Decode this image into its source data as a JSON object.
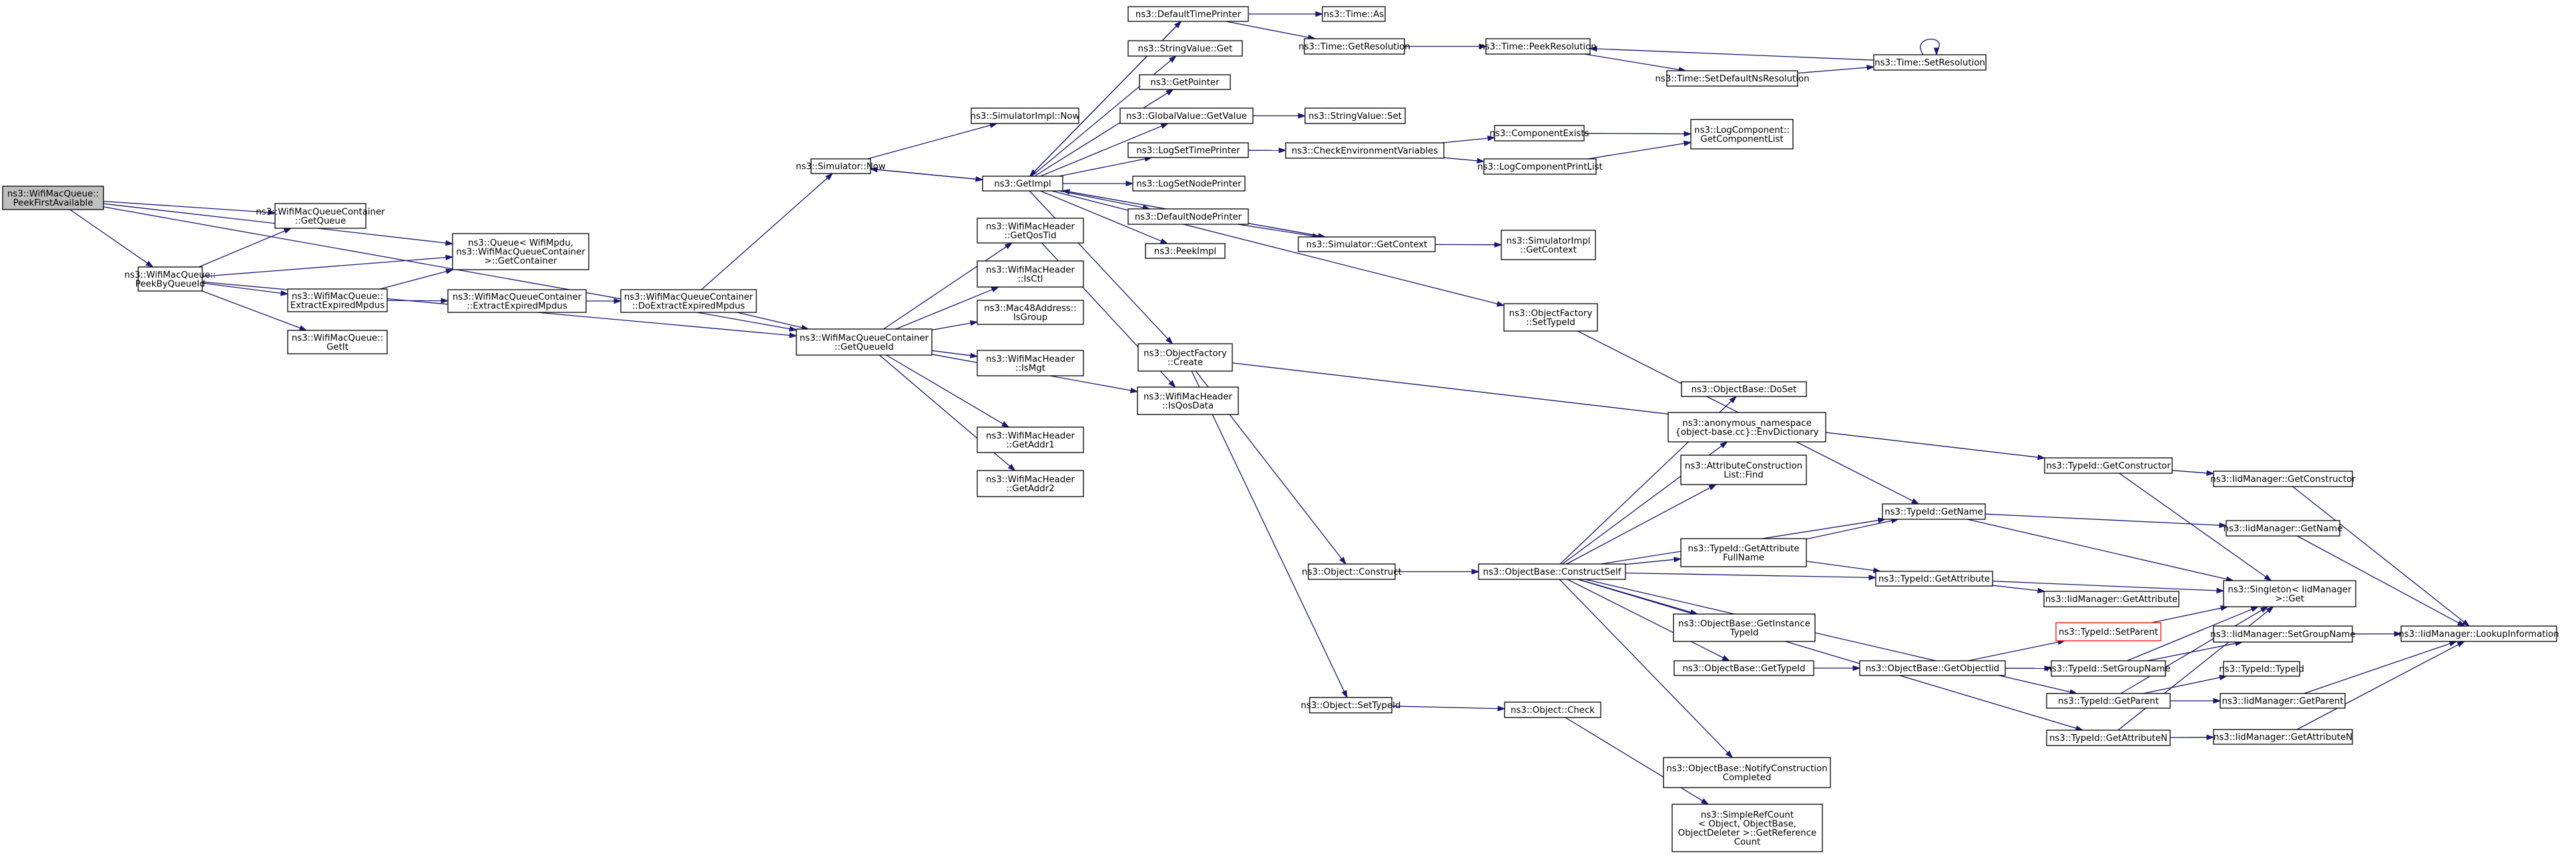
{
  "graph": {
    "colors": {
      "edge": "#191970",
      "node_border": "#000000",
      "root_fill": "#bfbfbf",
      "truncated_border": "#ff0000",
      "background": "#ffffff"
    },
    "nodes": [
      {
        "id": "root",
        "lines": [
          "ns3::WifiMacQueue::",
          "PeekFirstAvailable"
        ],
        "root": true
      },
      {
        "id": "wmqc_getqueue",
        "lines": [
          "ns3::WifiMacQueueContainer",
          "::GetQueue"
        ]
      },
      {
        "id": "queue_getcontainer",
        "lines": [
          "ns3::Queue< WifiMpdu,",
          "ns3::WifiMacQueueContainer",
          ">::GetContainer"
        ]
      },
      {
        "id": "peekbyqueueid",
        "lines": [
          "ns3::WifiMacQueue::",
          "PeekByQueueId"
        ]
      },
      {
        "id": "wmq_extractexpired",
        "lines": [
          "ns3::WifiMacQueue::",
          "ExtractExpiredMpdus"
        ]
      },
      {
        "id": "wmqc_extractexpired",
        "lines": [
          "ns3::WifiMacQueueContainer",
          "::ExtractExpiredMpdus"
        ]
      },
      {
        "id": "wmqc_doextract",
        "lines": [
          "ns3::WifiMacQueueContainer",
          "::DoExtractExpiredMpdus"
        ]
      },
      {
        "id": "wmq_getit",
        "lines": [
          "ns3::WifiMacQueue::",
          "GetIt"
        ]
      },
      {
        "id": "wmqc_getqueueid",
        "lines": [
          "ns3::WifiMacQueueContainer",
          "::GetQueueId"
        ]
      },
      {
        "id": "sim_now",
        "lines": [
          "ns3::Simulator::Now"
        ]
      },
      {
        "id": "simimpl_now",
        "lines": [
          "ns3::SimulatorImpl::Now"
        ]
      },
      {
        "id": "getimpl",
        "lines": [
          "ns3::GetImpl"
        ]
      },
      {
        "id": "getqostid",
        "lines": [
          "ns3::WifiMacHeader",
          "::GetQosTid"
        ]
      },
      {
        "id": "isctl",
        "lines": [
          "ns3::WifiMacHeader",
          "::IsCtl"
        ]
      },
      {
        "id": "isgroup",
        "lines": [
          "ns3::Mac48Address::",
          "IsGroup"
        ]
      },
      {
        "id": "ismgt",
        "lines": [
          "ns3::WifiMacHeader",
          "::IsMgt"
        ]
      },
      {
        "id": "getaddr1",
        "lines": [
          "ns3::WifiMacHeader",
          "::GetAddr1"
        ]
      },
      {
        "id": "getaddr2",
        "lines": [
          "ns3::WifiMacHeader",
          "::GetAddr2"
        ]
      },
      {
        "id": "isqosdata",
        "lines": [
          "ns3::WifiMacHeader",
          "::IsQosData"
        ]
      },
      {
        "id": "defaulttimeprinter",
        "lines": [
          "ns3::DefaultTimePrinter"
        ]
      },
      {
        "id": "stringvalue_get",
        "lines": [
          "ns3::StringValue::Get"
        ]
      },
      {
        "id": "getpointer",
        "lines": [
          "ns3::GetPointer"
        ]
      },
      {
        "id": "globalvalue_getvalue",
        "lines": [
          "ns3::GlobalValue::GetValue"
        ]
      },
      {
        "id": "logsettimeprinter",
        "lines": [
          "ns3::LogSetTimePrinter"
        ]
      },
      {
        "id": "logsetnodeprinter",
        "lines": [
          "ns3::LogSetNodePrinter"
        ]
      },
      {
        "id": "defaultnodeprinter",
        "lines": [
          "ns3::DefaultNodePrinter"
        ]
      },
      {
        "id": "peekimpl",
        "lines": [
          "ns3::PeekImpl"
        ]
      },
      {
        "id": "objectfactory_create",
        "lines": [
          "ns3::ObjectFactory",
          "::Create"
        ]
      },
      {
        "id": "time_as",
        "lines": [
          "ns3::Time::As"
        ]
      },
      {
        "id": "time_getresolution",
        "lines": [
          "ns3::Time::GetResolution"
        ]
      },
      {
        "id": "time_peekresolution",
        "lines": [
          "ns3::Time::PeekResolution"
        ]
      },
      {
        "id": "time_setdefaultns",
        "lines": [
          "ns3::Time::SetDefaultNsResolution"
        ]
      },
      {
        "id": "time_setresolution",
        "lines": [
          "ns3::Time::SetResolution"
        ]
      },
      {
        "id": "stringvalue_set",
        "lines": [
          "ns3::StringValue::Set"
        ]
      },
      {
        "id": "checkenv",
        "lines": [
          "ns3::CheckEnvironmentVariables"
        ]
      },
      {
        "id": "componentexists",
        "lines": [
          "ns3::ComponentExists"
        ]
      },
      {
        "id": "logcomponentprintlist",
        "lines": [
          "ns3::LogComponentPrintList"
        ]
      },
      {
        "id": "logcomponent_getlist",
        "lines": [
          "ns3::LogComponent::",
          "GetComponentList"
        ]
      },
      {
        "id": "sim_getcontext",
        "lines": [
          "ns3::Simulator::GetContext"
        ]
      },
      {
        "id": "simimpl_getcontext",
        "lines": [
          "ns3::SimulatorImpl",
          "::GetContext"
        ]
      },
      {
        "id": "objectfactory_settypeid",
        "lines": [
          "ns3::ObjectFactory",
          "::SetTypeId"
        ]
      },
      {
        "id": "object_construct",
        "lines": [
          "ns3::Object::Construct"
        ]
      },
      {
        "id": "object_settypeid",
        "lines": [
          "ns3::Object::SetTypeId"
        ]
      },
      {
        "id": "object_check",
        "lines": [
          "ns3::Object::Check"
        ]
      },
      {
        "id": "simplerefcount",
        "lines": [
          "ns3::SimpleRefCount",
          "< Object, ObjectBase,",
          "ObjectDeleter >::GetReference",
          "Count"
        ]
      },
      {
        "id": "constructself",
        "lines": [
          "ns3::ObjectBase::ConstructSelf"
        ]
      },
      {
        "id": "doset",
        "lines": [
          "ns3::ObjectBase::DoSet"
        ]
      },
      {
        "id": "envdictionary",
        "lines": [
          "ns3::anonymous_namespace",
          "{object-base.cc}::EnvDictionary"
        ]
      },
      {
        "id": "attrconstructionlist_find",
        "lines": [
          "ns3::AttributeConstruction",
          "List::Find"
        ]
      },
      {
        "id": "typeid_getattributefullname",
        "lines": [
          "ns3::TypeId::GetAttribute",
          "FullName"
        ]
      },
      {
        "id": "getinstancetypeid",
        "lines": [
          "ns3::ObjectBase::GetInstance",
          "TypeId"
        ]
      },
      {
        "id": "objectbase_gettypeid",
        "lines": [
          "ns3::ObjectBase::GetTypeId"
        ]
      },
      {
        "id": "notifyconstructioncompleted",
        "lines": [
          "ns3::ObjectBase::NotifyConstruction",
          "Completed"
        ]
      },
      {
        "id": "typeid_getname",
        "lines": [
          "ns3::TypeId::GetName"
        ]
      },
      {
        "id": "typeid_getattribute",
        "lines": [
          "ns3::TypeId::GetAttribute"
        ]
      },
      {
        "id": "objectbase_getobjectiid",
        "lines": [
          "ns3::ObjectBase::GetObjectIid"
        ]
      },
      {
        "id": "typeid_setparent",
        "lines": [
          "ns3::TypeId::SetParent"
        ],
        "truncated": true
      },
      {
        "id": "typeid_setgroupname",
        "lines": [
          "ns3::TypeId::SetGroupName"
        ]
      },
      {
        "id": "typeid_getparent",
        "lines": [
          "ns3::TypeId::GetParent"
        ]
      },
      {
        "id": "typeid_getattributen",
        "lines": [
          "ns3::TypeId::GetAttributeN"
        ]
      },
      {
        "id": "typeid_getconstructor",
        "lines": [
          "ns3::TypeId::GetConstructor"
        ]
      },
      {
        "id": "iid_getconstructor",
        "lines": [
          "ns3::IidManager::GetConstructor"
        ]
      },
      {
        "id": "iid_getname",
        "lines": [
          "ns3::IidManager::GetName"
        ]
      },
      {
        "id": "singleton_get",
        "lines": [
          "ns3::Singleton< IidManager",
          ">::Get"
        ]
      },
      {
        "id": "iid_getattribute",
        "lines": [
          "ns3::IidManager::GetAttribute"
        ]
      },
      {
        "id": "iid_setgroupname",
        "lines": [
          "ns3::IidManager::SetGroupName"
        ]
      },
      {
        "id": "typeid_typeid",
        "lines": [
          "ns3::TypeId::TypeId"
        ]
      },
      {
        "id": "iid_getparent",
        "lines": [
          "ns3::IidManager::GetParent"
        ]
      },
      {
        "id": "iid_getattributen",
        "lines": [
          "ns3::IidManager::GetAttributeN"
        ]
      },
      {
        "id": "iid_lookupinformation",
        "lines": [
          "ns3::IidManager::LookupInformation"
        ]
      }
    ],
    "edges": [
      [
        "root",
        "wmqc_getqueue"
      ],
      [
        "root",
        "queue_getcontainer"
      ],
      [
        "root",
        "peekbyqueueid"
      ],
      [
        "root",
        "wmqc_getqueueid"
      ],
      [
        "peekbyqueueid",
        "wmqc_getqueue"
      ],
      [
        "peekbyqueueid",
        "queue_getcontainer"
      ],
      [
        "peekbyqueueid",
        "wmq_extractexpired"
      ],
      [
        "peekbyqueueid",
        "wmq_getit"
      ],
      [
        "peekbyqueueid",
        "wmqc_getqueueid"
      ],
      [
        "wmq_extractexpired",
        "queue_getcontainer"
      ],
      [
        "wmq_extractexpired",
        "wmqc_extractexpired"
      ],
      [
        "wmqc_extractexpired",
        "wmqc_doextract"
      ],
      [
        "wmqc_doextract",
        "sim_now"
      ],
      [
        "wmqc_doextract",
        "wmqc_getqueueid"
      ],
      [
        "wmqc_getqueueid",
        "getqostid"
      ],
      [
        "wmqc_getqueueid",
        "isctl"
      ],
      [
        "wmqc_getqueueid",
        "isgroup"
      ],
      [
        "wmqc_getqueueid",
        "ismgt"
      ],
      [
        "wmqc_getqueueid",
        "isqosdata"
      ],
      [
        "wmqc_getqueueid",
        "getaddr1"
      ],
      [
        "wmqc_getqueueid",
        "getaddr2"
      ],
      [
        "getqostid",
        "isqosdata"
      ],
      [
        "sim_now",
        "simimpl_now"
      ],
      [
        "sim_now",
        "getimpl"
      ],
      [
        "getimpl",
        "sim_now"
      ],
      [
        "getimpl",
        "defaulttimeprinter"
      ],
      [
        "getimpl",
        "stringvalue_get"
      ],
      [
        "getimpl",
        "getpointer"
      ],
      [
        "getimpl",
        "globalvalue_getvalue"
      ],
      [
        "getimpl",
        "logsettimeprinter"
      ],
      [
        "getimpl",
        "logsetnodeprinter"
      ],
      [
        "getimpl",
        "defaultnodeprinter"
      ],
      [
        "getimpl",
        "peekimpl"
      ],
      [
        "getimpl",
        "objectfactory_create"
      ],
      [
        "getimpl",
        "objectfactory_settypeid"
      ],
      [
        "getimpl",
        "sim_getcontext"
      ],
      [
        "defaulttimeprinter",
        "time_as"
      ],
      [
        "defaulttimeprinter",
        "time_getresolution"
      ],
      [
        "defaulttimeprinter",
        "getimpl"
      ],
      [
        "time_getresolution",
        "time_peekresolution"
      ],
      [
        "time_peekresolution",
        "time_setdefaultns"
      ],
      [
        "time_setdefaultns",
        "time_setresolution"
      ],
      [
        "time_setresolution",
        "time_peekresolution"
      ],
      [
        "time_setresolution",
        "time_setresolution"
      ],
      [
        "globalvalue_getvalue",
        "stringvalue_set"
      ],
      [
        "logsettimeprinter",
        "checkenv"
      ],
      [
        "checkenv",
        "componentexists"
      ],
      [
        "checkenv",
        "logcomponentprintlist"
      ],
      [
        "componentexists",
        "logcomponent_getlist"
      ],
      [
        "logcomponentprintlist",
        "logcomponent_getlist"
      ],
      [
        "defaultnodeprinter",
        "sim_getcontext"
      ],
      [
        "sim_getcontext",
        "simimpl_getcontext"
      ],
      [
        "sim_getcontext",
        "getimpl"
      ],
      [
        "objectfactory_settypeid",
        "typeid_getname"
      ],
      [
        "objectfactory_create",
        "object_construct"
      ],
      [
        "objectfactory_create",
        "object_settypeid"
      ],
      [
        "objectfactory_create",
        "typeid_getconstructor"
      ],
      [
        "object_construct",
        "constructself"
      ],
      [
        "object_settypeid",
        "object_check"
      ],
      [
        "object_check",
        "simplerefcount"
      ],
      [
        "constructself",
        "doset"
      ],
      [
        "constructself",
        "envdictionary"
      ],
      [
        "constructself",
        "attrconstructionlist_find"
      ],
      [
        "constructself",
        "typeid_getname"
      ],
      [
        "constructself",
        "typeid_getattributefullname"
      ],
      [
        "constructself",
        "typeid_getattribute"
      ],
      [
        "constructself",
        "getinstancetypeid"
      ],
      [
        "constructself",
        "objectbase_gettypeid"
      ],
      [
        "constructself",
        "typeid_getparent"
      ],
      [
        "constructself",
        "typeid_getattributen"
      ],
      [
        "constructself",
        "notifyconstructioncompleted"
      ],
      [
        "typeid_getattributefullname",
        "typeid_getname"
      ],
      [
        "typeid_getattributefullname",
        "typeid_getattribute"
      ],
      [
        "objectbase_gettypeid",
        "objectbase_getobjectiid"
      ],
      [
        "objectbase_getobjectiid",
        "typeid_setparent"
      ],
      [
        "objectbase_getobjectiid",
        "typeid_setgroupname"
      ],
      [
        "typeid_setparent",
        "singleton_get"
      ],
      [
        "typeid_setgroupname",
        "iid_setgroupname"
      ],
      [
        "typeid_setgroupname",
        "singleton_get"
      ],
      [
        "typeid_getparent",
        "typeid_typeid"
      ],
      [
        "typeid_getparent",
        "iid_getparent"
      ],
      [
        "typeid_getparent",
        "singleton_get"
      ],
      [
        "typeid_getattributen",
        "iid_getattributen"
      ],
      [
        "typeid_getattributen",
        "singleton_get"
      ],
      [
        "typeid_getconstructor",
        "iid_getconstructor"
      ],
      [
        "typeid_getconstructor",
        "singleton_get"
      ],
      [
        "typeid_getname",
        "iid_getname"
      ],
      [
        "typeid_getname",
        "singleton_get"
      ],
      [
        "typeid_getattribute",
        "iid_getattribute"
      ],
      [
        "typeid_getattribute",
        "singleton_get"
      ],
      [
        "iid_getconstructor",
        "iid_lookupinformation"
      ],
      [
        "iid_getname",
        "iid_lookupinformation"
      ],
      [
        "iid_setgroupname",
        "iid_lookupinformation"
      ],
      [
        "iid_getparent",
        "iid_lookupinformation"
      ],
      [
        "iid_getattributen",
        "iid_lookupinformation"
      ]
    ]
  }
}
